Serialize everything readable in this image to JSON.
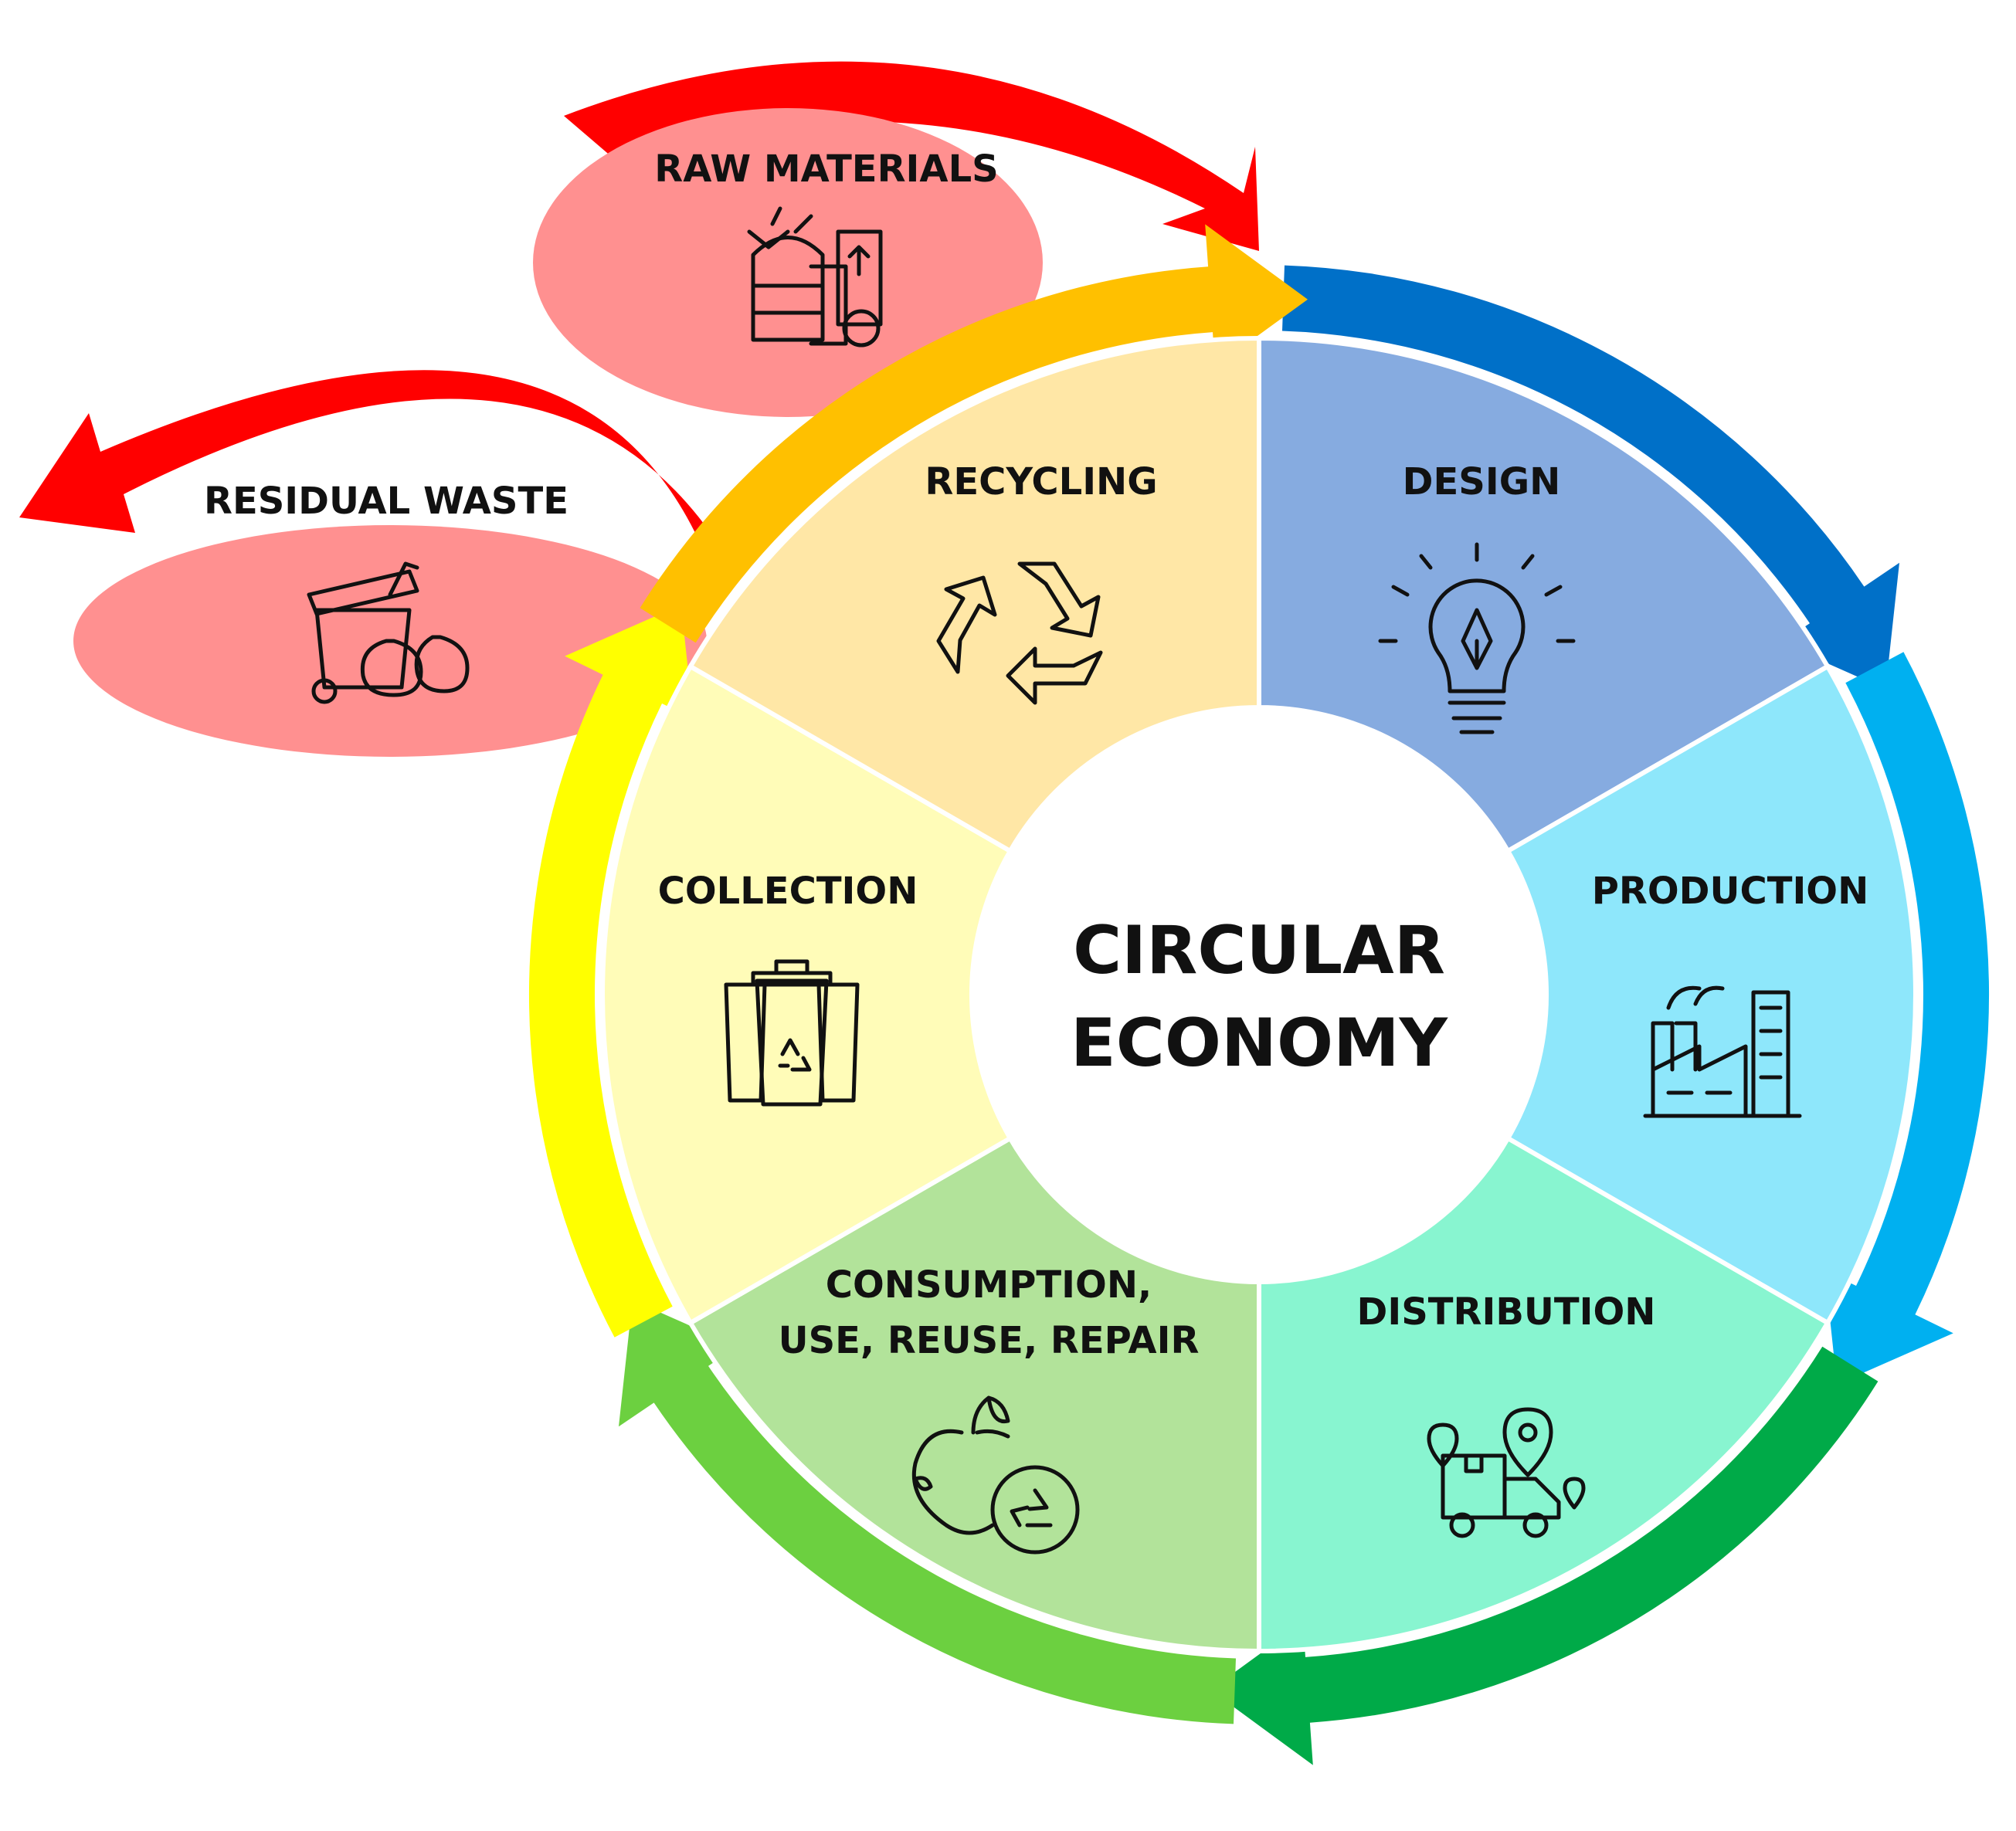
{
  "center": {
    "line1": "CIRCULAR",
    "line2": "ECONOMY"
  },
  "stages": [
    {
      "key": "design",
      "label": "DESIGN",
      "icon": "lightbulb-pen-icon",
      "fill": "#86ABE0",
      "arrow": "#0070C8"
    },
    {
      "key": "production",
      "label": "PRODUCTION",
      "icon": "factory-icon",
      "fill": "#8EE7FB",
      "arrow": "#00B0F0"
    },
    {
      "key": "distribution",
      "label": "DISTRIBUTION",
      "icon": "delivery-truck-icon",
      "fill": "#88F5D0",
      "arrow": "#00AA48"
    },
    {
      "key": "consumption",
      "label_line1": "CONSUMPTION,",
      "label_line2": "USE, REUSE, REPAIR",
      "icon": "apple-recycle-icon",
      "fill": "#B2E39A",
      "arrow": "#6CD040"
    },
    {
      "key": "collection",
      "label": "COLLECTION",
      "icon": "recycling-bins-icon",
      "fill": "#FFFCB8",
      "arrow": "#FFFF00"
    },
    {
      "key": "recycling",
      "label": "RECYCLING",
      "icon": "recycle-icon",
      "fill": "#FFE7A6",
      "arrow": "#FFC000"
    }
  ],
  "external": {
    "raw_materials": {
      "label": "RAW MATERIALS",
      "icon": "raw-materials-icon",
      "fill": "#FF9090",
      "arrow": "#FF0000"
    },
    "residual_waste": {
      "label": "RESIDUAL WASTE",
      "icon": "waste-bin-bags-icon",
      "fill": "#FF9090",
      "arrow": "#FF0000"
    }
  }
}
